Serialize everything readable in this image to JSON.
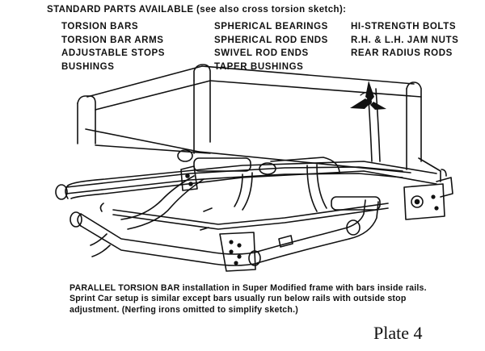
{
  "heading": "STANDARD PARTS AVAILABLE (see also cross torsion sketch):",
  "parts": {
    "col1": [
      "TORSION BARS",
      "TORSION BAR ARMS",
      "ADJUSTABLE STOPS",
      "BUSHINGS"
    ],
    "col2": [
      "SPHERICAL BEARINGS",
      "SPHERICAL ROD ENDS",
      "SWIVEL ROD ENDS",
      "TAPER BUSHINGS"
    ],
    "col3": [
      "HI-STRENGTH BOLTS",
      "R.H. & L.H. JAM NUTS",
      "REAR RADIUS RODS"
    ]
  },
  "caption": {
    "lead": "PARALLEL TORSION BAR",
    "body": " installation in Super Modified frame with bars inside rails. Sprint Car setup is similar except bars usually run below rails with outside stop adjustment. (Nerfing irons omitted to simplify sketch.)"
  },
  "plate_label": "Plate 4",
  "colors": {
    "ink": "#111111",
    "paper": "#ffffff"
  },
  "icons": {
    "logo": "tri-blade-emblem"
  }
}
